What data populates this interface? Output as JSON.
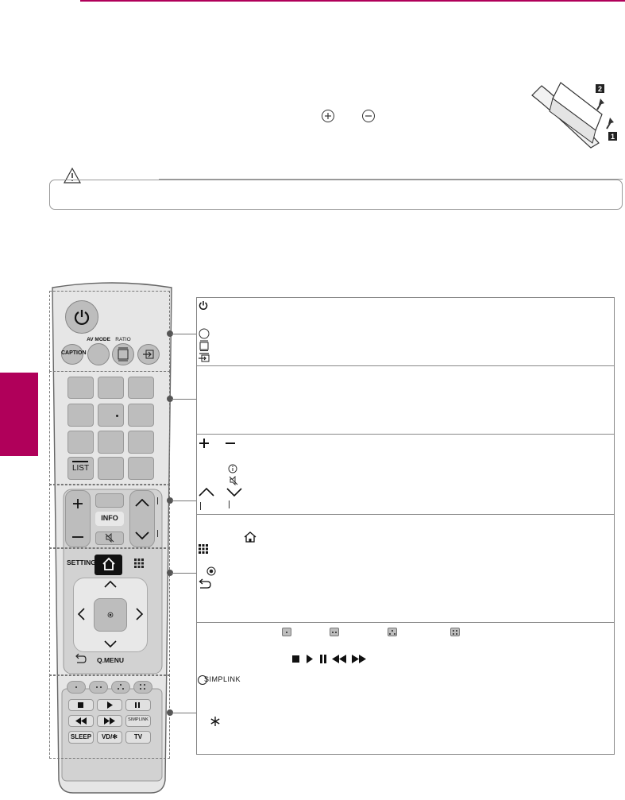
{
  "remote": {
    "labels": {
      "caption": "CAPTION",
      "av_mode": "AV MODE",
      "ratio": "RATIO",
      "list": "LIST",
      "info": "INFO",
      "settings": "SETTINGS",
      "q_menu": "Q.MENU",
      "sleep": "SLEEP",
      "vd": "VD/✻",
      "tv": "TV",
      "simplink": "SIMPLINK"
    }
  },
  "callout_panel": {
    "simplink": "SIMPLINK"
  },
  "colors": {
    "accent": "#b0005a",
    "remote_key": "#bdbdbd",
    "remote_body": "#e6e6e6"
  }
}
